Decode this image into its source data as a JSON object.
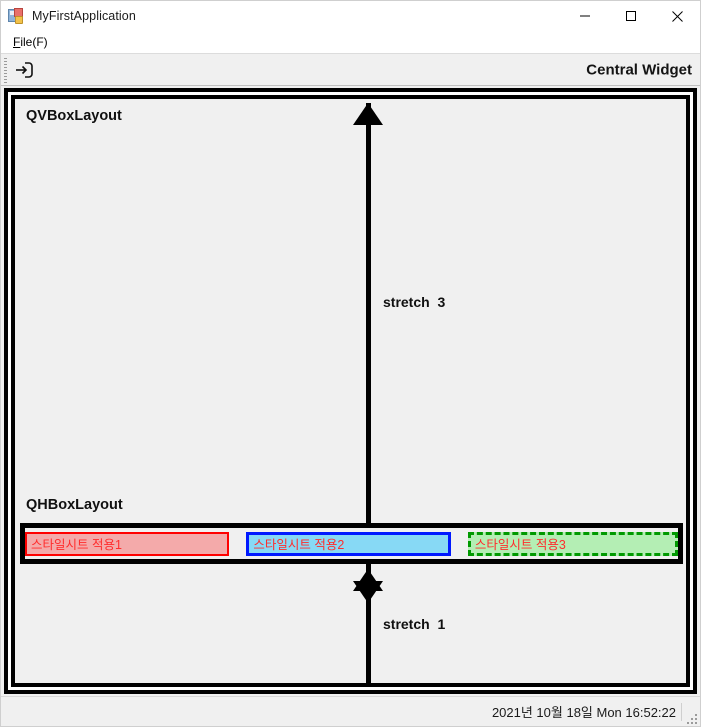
{
  "window": {
    "title": "MyFirstApplication",
    "icon": "app-icon",
    "controls": {
      "minimize": "minimize-icon",
      "maximize": "maximize-icon",
      "close": "close-icon"
    }
  },
  "menubar": {
    "items": [
      {
        "label_prefix": "",
        "accel": "F",
        "label": "File(F)",
        "pre": "",
        "mid": "F",
        "post": "ile(F)"
      }
    ],
    "file_menu": {
      "accel_char": "F",
      "rest": "ile(F)"
    }
  },
  "toolbar": {
    "action_icon": "exit-arrow-icon",
    "central_widget_label": "Central Widget"
  },
  "central": {
    "vbox_label": "QVBoxLayout",
    "hbox_label": "QHBoxLayout",
    "stretch_top": "stretch  3",
    "stretch_bottom": "stretch  1",
    "arrow_top_icon": "double-arrow-vertical-icon",
    "arrow_bottom_icon": "double-arrow-vertical-icon",
    "buttons": [
      {
        "label": "스타일시트 적용1",
        "background": "#f4aaaa",
        "border_color": "#ff0000",
        "border_style": "solid",
        "text_color": "#ff2d2d"
      },
      {
        "label": "스타일시트 적용2",
        "background": "#87d9f5",
        "border_color": "#0019ff",
        "border_style": "solid",
        "text_color": "#ff2d2d"
      },
      {
        "label": "스타일시트 적용3",
        "background": "#b4eeb4",
        "border_color": "#009900",
        "border_style": "dashed",
        "text_color": "#ff2d2d"
      }
    ]
  },
  "statusbar": {
    "datetime": "2021년 10월 18일 Mon 16:52:22"
  },
  "colors": {
    "frame": "#000000",
    "window_bg": "#f0f0f0",
    "titlebar_bg": "#ffffff"
  }
}
